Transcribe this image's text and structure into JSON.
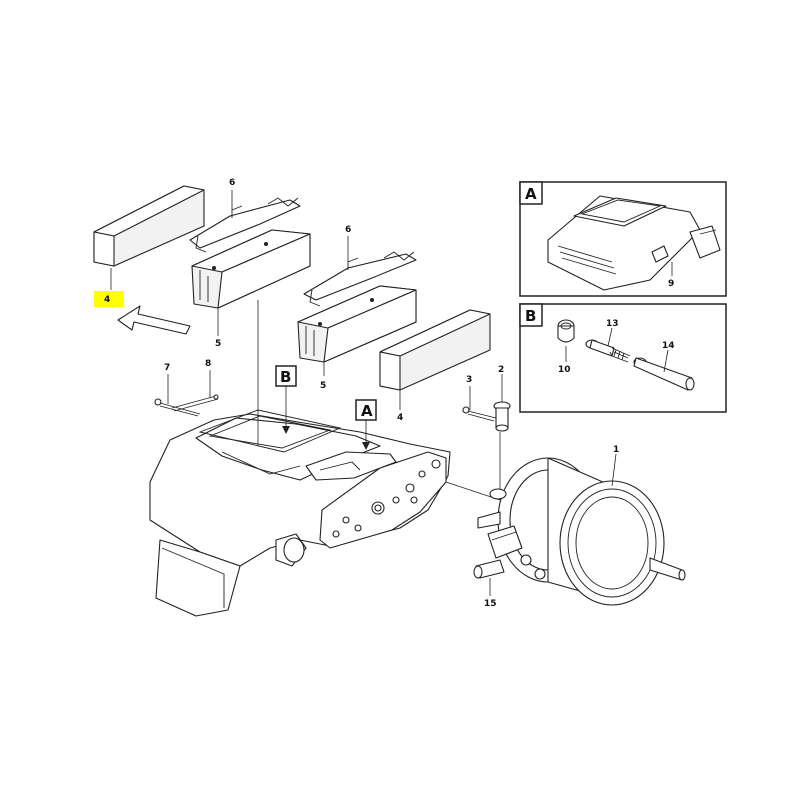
{
  "callouts": {
    "p1": "1",
    "p2": "2",
    "p3": "3",
    "p4_highlighted": "4",
    "p4_pad_right": "4",
    "p5_left": "5",
    "p5_right": "5",
    "p6_left": "6",
    "p6_right": "6",
    "p7": "7",
    "p8": "8",
    "p9": "9",
    "p10": "10",
    "p13": "13",
    "p14": "14",
    "p15": "15"
  },
  "view_refs": {
    "a": "A",
    "b": "B"
  },
  "detail_boxes": {
    "a_title": "A",
    "b_title": "B"
  },
  "colors": {
    "highlight": "#ffff00",
    "line": "#222222",
    "background": "#ffffff"
  },
  "icons": {
    "direction_arrow": "outline-arrow-up-left"
  }
}
